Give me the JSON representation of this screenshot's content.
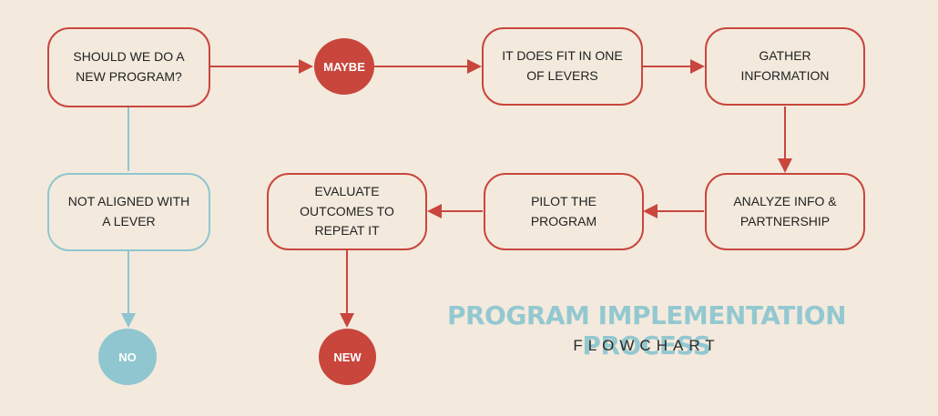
{
  "flowchart": {
    "start": "SHOULD WE DO A\nNEW PROGRAM?",
    "maybe": "MAYBE",
    "fit_lever": "IT DOES FIT  IN ONE\nOF LEVERS",
    "gather": "GATHER\nINFORMATION",
    "analyze": "ANALYZE INFO &\nPARTNERSHIP",
    "pilot": "PILOT THE\nPROGRAM",
    "evaluate": "EVALUATE\nOUTCOMES TO\nREPEAT IT",
    "not_aligned": "NOT ALIGNED WITH\nA LEVER",
    "no": "NO",
    "new": "NEW"
  },
  "title": {
    "main": "PROGRAM IMPLEMENTATION PROCESS",
    "sub": "FLOWCHART"
  },
  "colors": {
    "red": "#c9463d",
    "blue": "#8fc6d0",
    "background": "#f3eadd"
  }
}
